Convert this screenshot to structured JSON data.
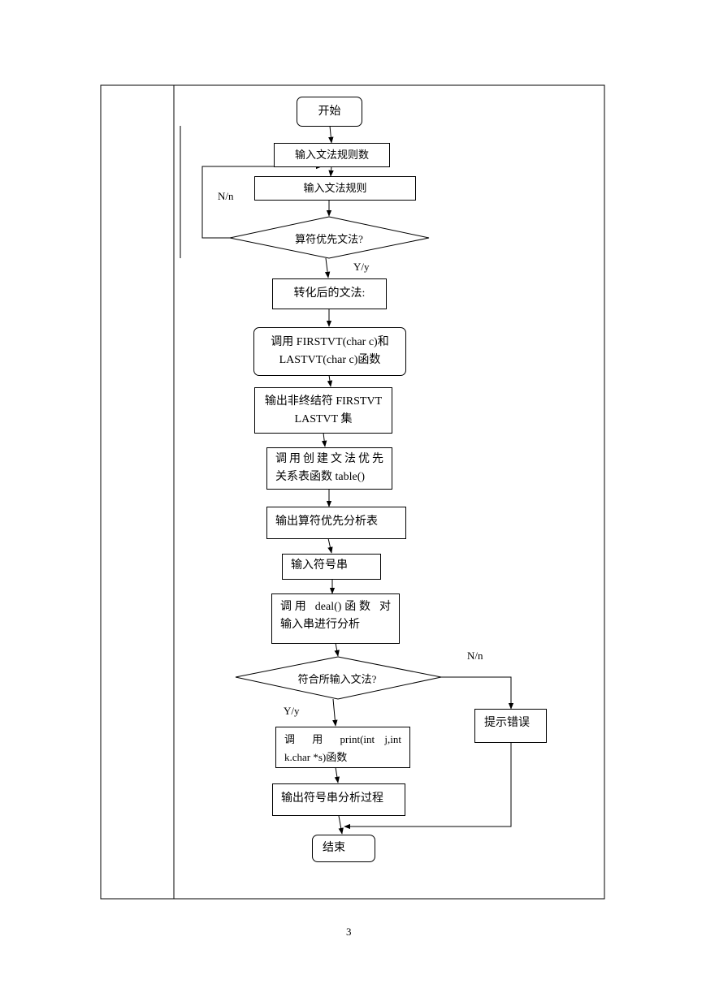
{
  "flowchart": {
    "start": "开始",
    "input_rule_count": "输入文法规则数",
    "input_rules": "输入文法规则",
    "decision_op_precedence": "算符优先文法?",
    "converted_grammar": "转化后的文法:",
    "call_firstvt": [
      "调用 FIRSTVT(char c)和",
      "LASTVT(char c)函数"
    ],
    "output_sets": [
      "输出非终结符 FIRSTVT",
      "LASTVT 集"
    ],
    "call_table": [
      "调用创建文法优先",
      "关系表函数 table()"
    ],
    "output_table": "输出算符优先分析表",
    "input_string": "输入符号串",
    "call_deal": [
      "调用 deal()函数 对",
      "输入串进行分析"
    ],
    "decision_match": "符合所输入文法?",
    "call_print": [
      "调 用 print(int j,int",
      "k.char *s)函数"
    ],
    "output_process": "输出符号串分析过程",
    "show_error": "提示错误",
    "end": "结束",
    "label_no_1": "N/n",
    "label_yes_1": "Y/y",
    "label_no_2": "N/n",
    "label_yes_2": "Y/y"
  },
  "page_number": "3"
}
